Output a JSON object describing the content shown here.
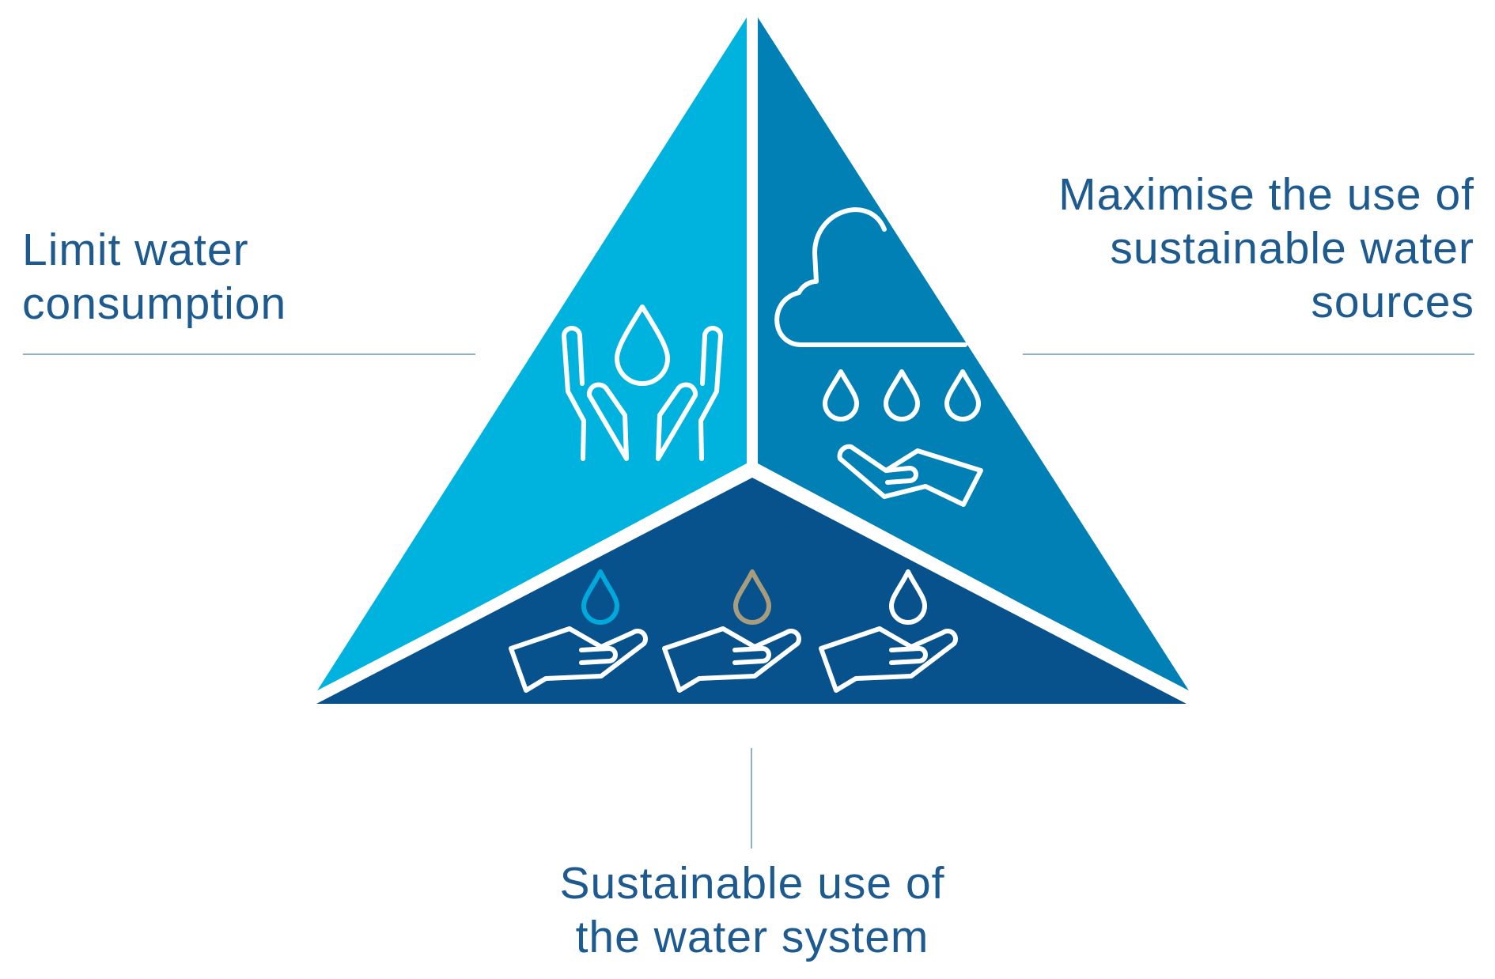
{
  "labels": {
    "left": [
      "Limit water",
      "consumption"
    ],
    "right": [
      "Maximise the use of",
      "sustainable water",
      "sources"
    ],
    "bottom": [
      "Sustainable use of",
      "the water system"
    ]
  },
  "colors": {
    "left_segment": "#00b3de",
    "right_segment": "#0080b5",
    "bottom_segment": "#07528c",
    "text": "#1d5a8f",
    "leader_line": "#8fb0cc",
    "drop_blue": "#00a9dc",
    "drop_gold": "#a79d7e"
  },
  "icons": [
    "hands-holding-drop-icon",
    "cloud-rain-hand-icon",
    "three-hands-drops-icon"
  ]
}
